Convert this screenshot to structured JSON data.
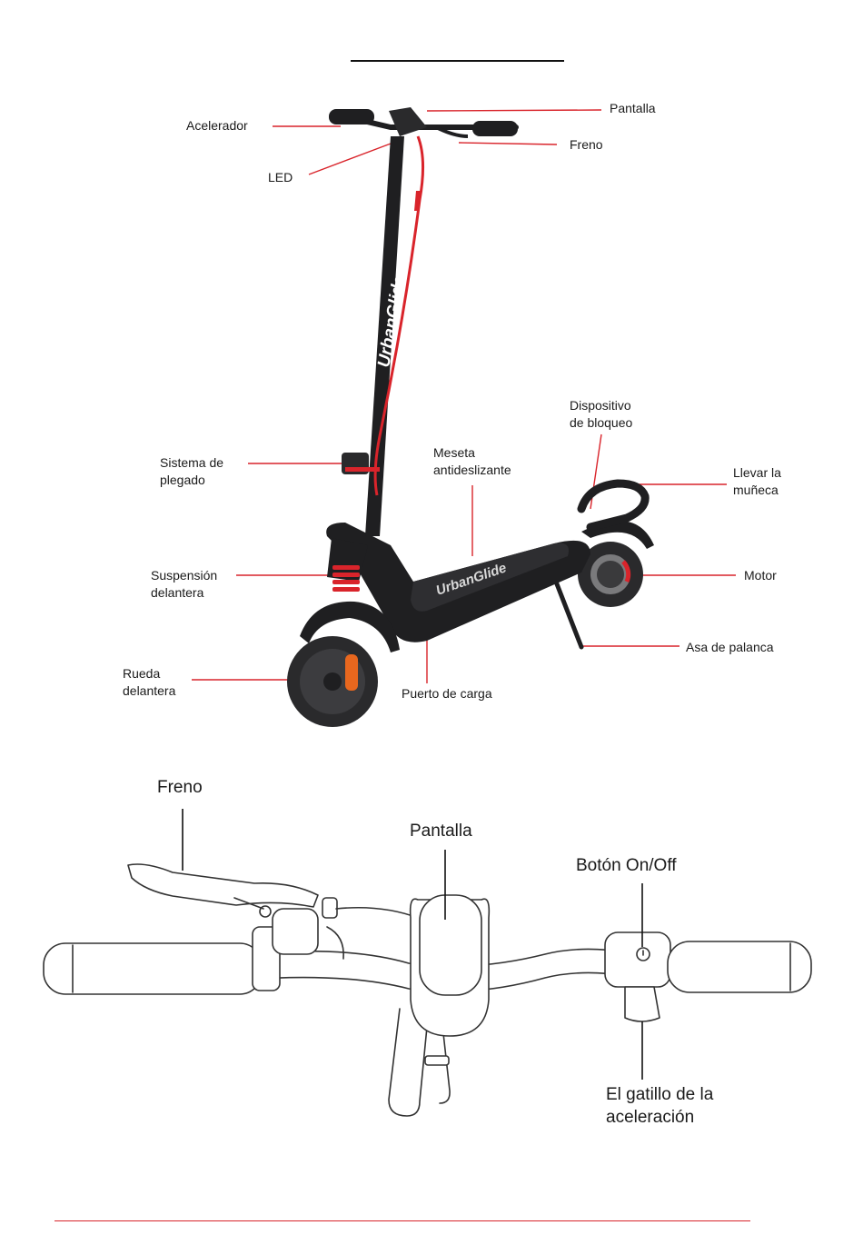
{
  "colors": {
    "accent": "#d9242b",
    "scooter_body": "#1f1f21",
    "line_art": "#333333"
  },
  "scooter": {
    "brand": "UrbanGlide",
    "labels": {
      "pantalla": "Pantalla",
      "acelerador": "Acelerador",
      "freno": "Freno",
      "led": "LED",
      "dispositivo": [
        "Dispositivo",
        "de bloqueo"
      ],
      "meseta": [
        "Meseta",
        "antideslizante"
      ],
      "sistema": [
        "Sistema de",
        "plegado"
      ],
      "llevar": [
        "Llevar la",
        "muñeca"
      ],
      "suspension": [
        "Suspensión",
        "delantera"
      ],
      "motor": "Motor",
      "asa": "Asa de palanca",
      "rueda": [
        "Rueda",
        "delantera"
      ],
      "puerto": "Puerto de carga"
    }
  },
  "handlebar": {
    "labels": {
      "freno": "Freno",
      "pantalla": "Pantalla",
      "boton": "Botón On/Off",
      "gatillo": [
        "El gatillo de la",
        "aceleración"
      ]
    }
  }
}
